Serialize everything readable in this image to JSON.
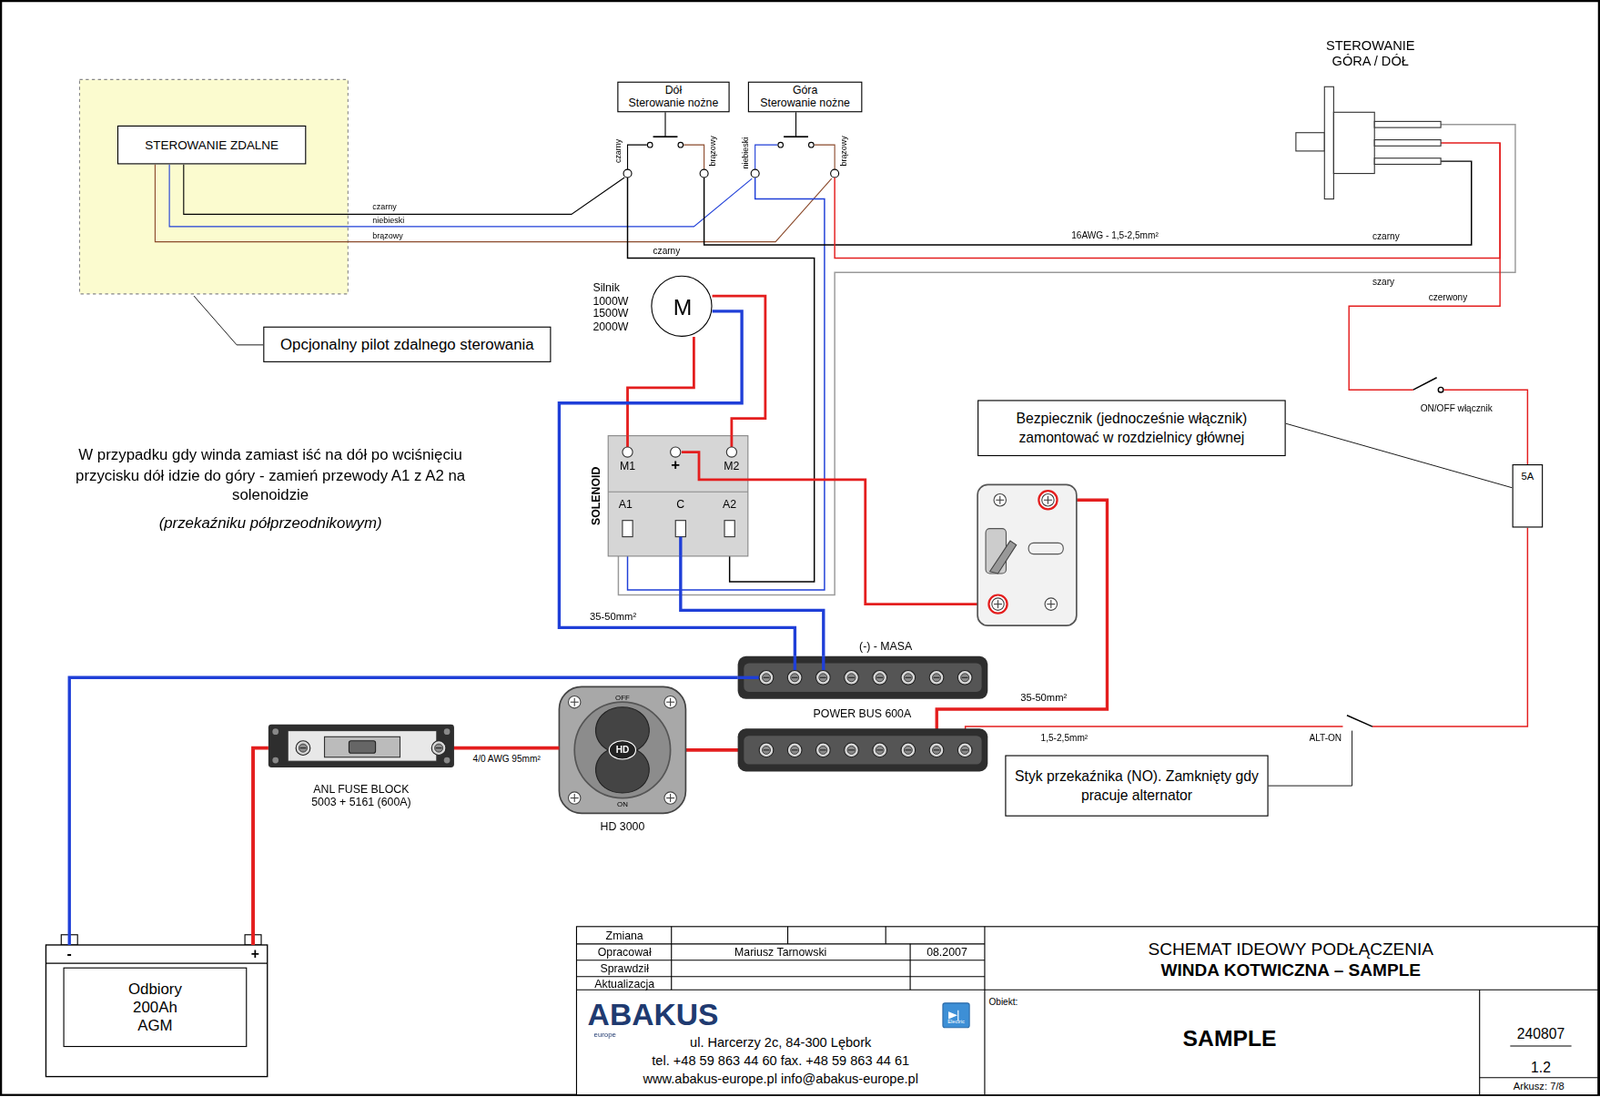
{
  "diagram": {
    "title": "SCHEMAT IDEOWY PODŁĄCZENIA",
    "nodes": [
      {
        "text": [
          "STEROWANIE ZDALNE"
        ]
      },
      {
        "text": [
          "Opcjonalny pilot zdalnego sterowania"
        ]
      },
      {
        "text": [
          "Dół",
          "Sterowanie nożne"
        ]
      },
      {
        "text": [
          "Góra",
          "Sterowanie nożne"
        ]
      },
      {
        "text": [
          "STEROWANIE GÓRA / DÓŁ"
        ]
      },
      {
        "text": [
          "Silnik 1000W 1500W 2000W",
          "M"
        ]
      },
      {
        "text": [
          "SOLENOID",
          "M1",
          "+",
          "M2",
          "A1",
          "C",
          "A2"
        ]
      },
      {
        "text": [
          "Bezpiecznik (jednocześnie włącznik) zamontować w rozdzielnicy głównej"
        ]
      },
      {
        "text": [
          "5A"
        ]
      },
      {
        "text": [
          "(-) - MASA",
          "POWER BUS 600A"
        ]
      },
      {
        "text": [
          "ANL FUSE BLOCK 5003 + 5161 (600A)"
        ]
      },
      {
        "text": [
          "HD 3000",
          "HD",
          "OFF",
          "ON"
        ]
      },
      {
        "text": [
          "Styk przekaźnika (NO). Zamknięty gdy pracuje alternator"
        ]
      },
      {
        "text": [
          "-",
          "+"
        ]
      },
      {
        "text": [
          "Odbiory 200Ah AGM"
        ],
        "in": 13
      }
    ],
    "edges": [
      {
        "from": 5,
        "to": 6,
        "arrow": "none"
      },
      {
        "from": 5,
        "to": 6,
        "arrow": "none"
      },
      {
        "from": 5,
        "to": 9,
        "arrow": "none"
      },
      {
        "from": 6,
        "to": 9,
        "arrow": "none"
      },
      {
        "from": 13,
        "to": 9,
        "arrow": "none"
      },
      {
        "from": 13,
        "to": 10,
        "arrow": "none"
      },
      {
        "from": 10,
        "to": 11,
        "label": "4/0 AWG 95mm²",
        "arrow": "none"
      },
      {
        "from": 7,
        "to": 8,
        "arrow": "none"
      }
    ],
    "labels": [
      "czarny",
      "niebieski",
      "brązowy",
      "czarny",
      "brązowy",
      "niebieski",
      "brązowy",
      "czarny",
      "16AWG - 1,5-2,5mm²",
      "czarny",
      "szary",
      "czerwony",
      "ON/OFF włącznik",
      "35-50mm²",
      "35-50mm²",
      "1,5-2,5mm²",
      "ALT-ON",
      "W przypadku gdy winda zamiast iść na dół po wciśnięciu przycisku dół idzie do góry - zamień przewody A1 z A2 na solenoidzie",
      "(przekaźniku półprzeodnikowym)",
      "Zmiana",
      "Opracował",
      "Mariusz Tarnowski",
      "08.2007",
      "Sprawdził",
      "Aktualizacja",
      "ABAKUS",
      "europe",
      "Electric",
      "ul. Harcerzy 2c, 84-300 Lębork",
      "tel. +48 59 863 44 60 fax. +48 59 863 44 61",
      "www.abakus-europe.pl info@abakus-europe.pl",
      "WINDA KOTWICZNA – SAMPLE",
      "Obiekt:",
      "SAMPLE",
      "240807",
      "1.2",
      "Arkusz:  7/8"
    ]
  }
}
